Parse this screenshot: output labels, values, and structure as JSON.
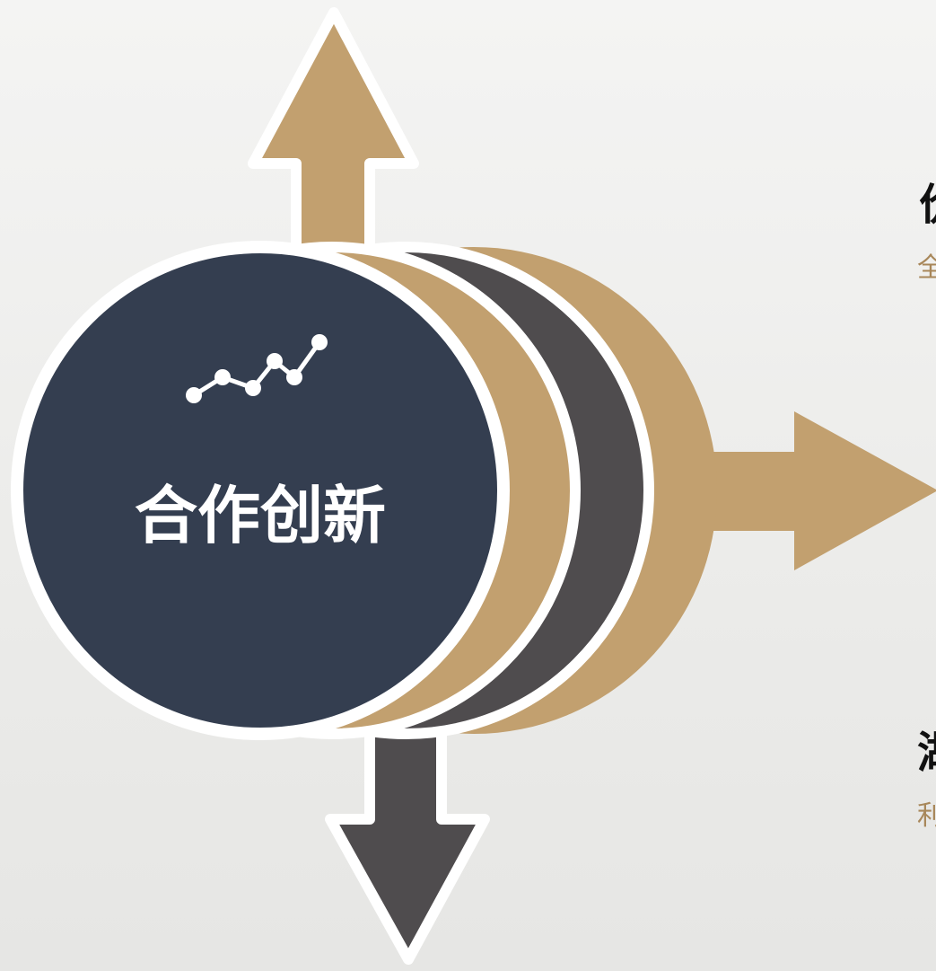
{
  "diagram": {
    "center_title": "合作创新",
    "center_icon": "trend-line-icon",
    "colors": {
      "navy": "#343e50",
      "gold": "#c2a06f",
      "charcoal": "#4f4c4e",
      "outline": "#ffffff",
      "sub_text": "#a8875a"
    },
    "right_items": [
      {
        "title": "价",
        "subtitle": "全"
      },
      {
        "title": "湖",
        "subtitle": "利"
      }
    ]
  }
}
